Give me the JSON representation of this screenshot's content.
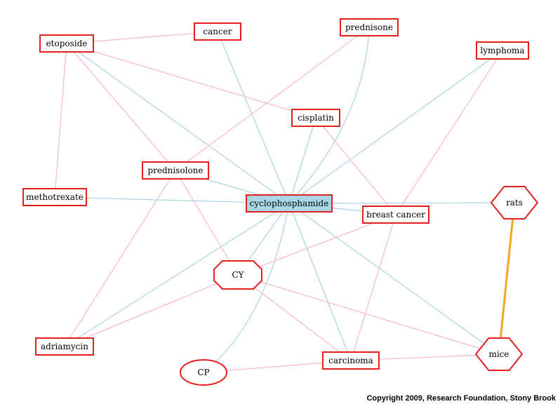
{
  "colors": {
    "pink_edge": "#f7b7c6",
    "blue_edge": "#a9d3e3",
    "orange_edge": "#f5a623",
    "node_border": "#e41f1f",
    "center_fill": "#a8d8e6"
  },
  "nodes": [
    {
      "id": "cyclophosphamide",
      "label": "cyclophosphamide",
      "shape": "box",
      "highlight": true
    },
    {
      "id": "etoposide",
      "label": "etoposide",
      "shape": "box"
    },
    {
      "id": "cancer",
      "label": "cancer",
      "shape": "box"
    },
    {
      "id": "prednisone",
      "label": "prednisone",
      "shape": "box"
    },
    {
      "id": "lymphoma",
      "label": "lymphoma",
      "shape": "box"
    },
    {
      "id": "cisplatin",
      "label": "cisplatin",
      "shape": "box"
    },
    {
      "id": "prednisolone",
      "label": "prednisolone",
      "shape": "box"
    },
    {
      "id": "methotrexate",
      "label": "methotrexate",
      "shape": "box"
    },
    {
      "id": "breast_cancer",
      "label": "breast cancer",
      "shape": "box"
    },
    {
      "id": "rats",
      "label": "rats",
      "shape": "hexagon"
    },
    {
      "id": "cy",
      "label": "CY",
      "shape": "octagon"
    },
    {
      "id": "adriamycin",
      "label": "adriamycin",
      "shape": "box"
    },
    {
      "id": "cp",
      "label": "CP",
      "shape": "ellipse"
    },
    {
      "id": "carcinoma",
      "label": "carcinoma",
      "shape": "box"
    },
    {
      "id": "mice",
      "label": "mice",
      "shape": "hexagon"
    }
  ],
  "edges": [
    {
      "source": "etoposide",
      "target": "cancer",
      "color": "pink"
    },
    {
      "source": "etoposide",
      "target": "cisplatin",
      "color": "pink"
    },
    {
      "source": "etoposide",
      "target": "methotrexate",
      "color": "pink"
    },
    {
      "source": "etoposide",
      "target": "prednisolone",
      "color": "pink"
    },
    {
      "source": "etoposide",
      "target": "cyclophosphamide",
      "color": "blue"
    },
    {
      "source": "cancer",
      "target": "cyclophosphamide",
      "color": "blue"
    },
    {
      "source": "prednisone",
      "target": "cyclophosphamide",
      "color": "blue",
      "curved": true
    },
    {
      "source": "prednisone",
      "target": "prednisolone",
      "color": "pink"
    },
    {
      "source": "lymphoma",
      "target": "cyclophosphamide",
      "color": "blue"
    },
    {
      "source": "lymphoma",
      "target": "breast_cancer",
      "color": "pink"
    },
    {
      "source": "cisplatin",
      "target": "cyclophosphamide",
      "color": "blue"
    },
    {
      "source": "cisplatin",
      "target": "breast_cancer",
      "color": "pink"
    },
    {
      "source": "prednisolone",
      "target": "cyclophosphamide",
      "color": "blue"
    },
    {
      "source": "prednisolone",
      "target": "cy",
      "color": "pink"
    },
    {
      "source": "prednisolone",
      "target": "adriamycin",
      "color": "pink"
    },
    {
      "source": "methotrexate",
      "target": "cyclophosphamide",
      "color": "blue"
    },
    {
      "source": "cyclophosphamide",
      "target": "breast_cancer",
      "color": "blue"
    },
    {
      "source": "cyclophosphamide",
      "target": "rats",
      "color": "blue"
    },
    {
      "source": "cyclophosphamide",
      "target": "cy",
      "color": "blue"
    },
    {
      "source": "cyclophosphamide",
      "target": "adriamycin",
      "color": "blue"
    },
    {
      "source": "cyclophosphamide",
      "target": "cp",
      "color": "blue",
      "curved": true
    },
    {
      "source": "cyclophosphamide",
      "target": "carcinoma",
      "color": "blue"
    },
    {
      "source": "cyclophosphamide",
      "target": "mice",
      "color": "blue"
    },
    {
      "source": "breast_cancer",
      "target": "cy",
      "color": "pink"
    },
    {
      "source": "breast_cancer",
      "target": "carcinoma",
      "color": "pink"
    },
    {
      "source": "cy",
      "target": "adriamycin",
      "color": "pink"
    },
    {
      "source": "cy",
      "target": "carcinoma",
      "color": "pink"
    },
    {
      "source": "cy",
      "target": "mice",
      "color": "pink"
    },
    {
      "source": "cp",
      "target": "carcinoma",
      "color": "pink"
    },
    {
      "source": "carcinoma",
      "target": "mice",
      "color": "pink"
    },
    {
      "source": "rats",
      "target": "mice",
      "color": "orange"
    }
  ],
  "copyright": "Copyright 2009, Research Foundation, Stony Brook"
}
